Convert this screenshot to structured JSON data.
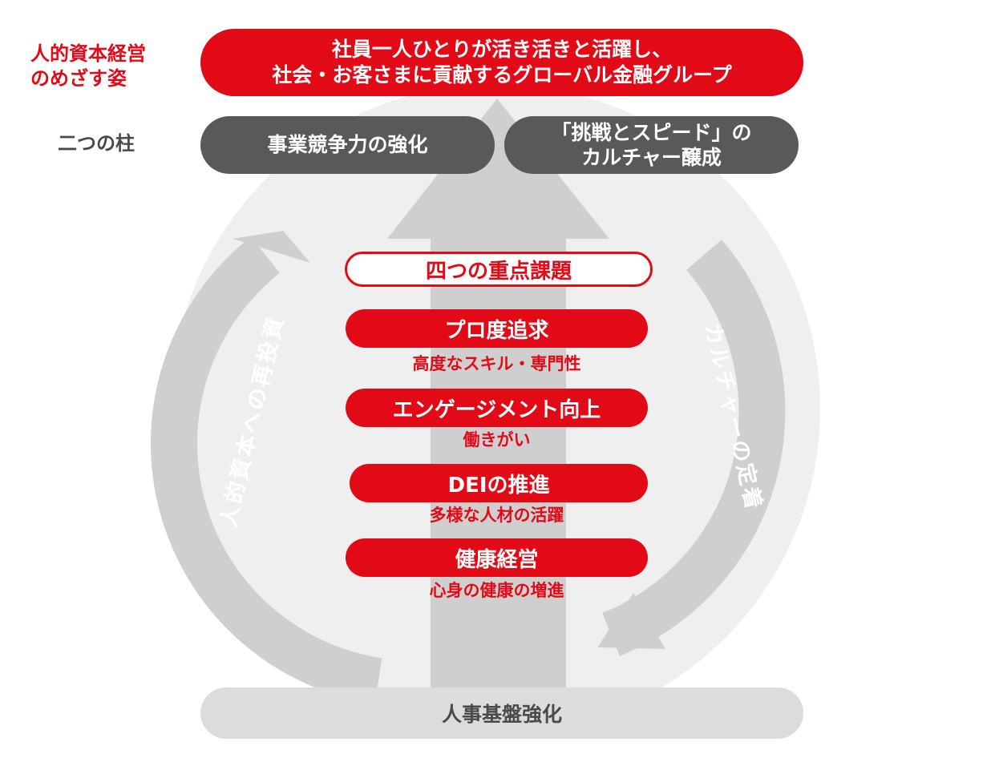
{
  "goal": {
    "label": "人的資本経営\nのめざす姿",
    "text": "社員一人ひとりが活き活きと活躍し、\n社会・お客さまに貢献するグローバル金融グループ"
  },
  "pillars": {
    "label": "二つの柱",
    "left": "事業競争力の強化",
    "right": "「挑戦とスピード」の\nカルチャー醸成"
  },
  "focus": {
    "title": "四つの重点課題",
    "items": [
      {
        "label": "プロ度追求",
        "sub": "高度なスキル・専門性"
      },
      {
        "label": "エンゲージメント向上",
        "sub": "働きがい"
      },
      {
        "label": "DEIの推進",
        "sub": "多様な人材の活躍"
      },
      {
        "label": "健康経営",
        "sub": "心身の健康の増進"
      }
    ]
  },
  "cycle": {
    "left_arrow": "人的資本への再投資",
    "right_arrow": "カルチャーの定着"
  },
  "foundation": {
    "label": "人事基盤強化"
  },
  "colors": {
    "accent_red": "#e20a16",
    "pillar_gray": "#595959",
    "circle_gray": "#efefef",
    "arrow_gray": "#cfcfcf",
    "foundation_gray": "#dcdcdc"
  }
}
